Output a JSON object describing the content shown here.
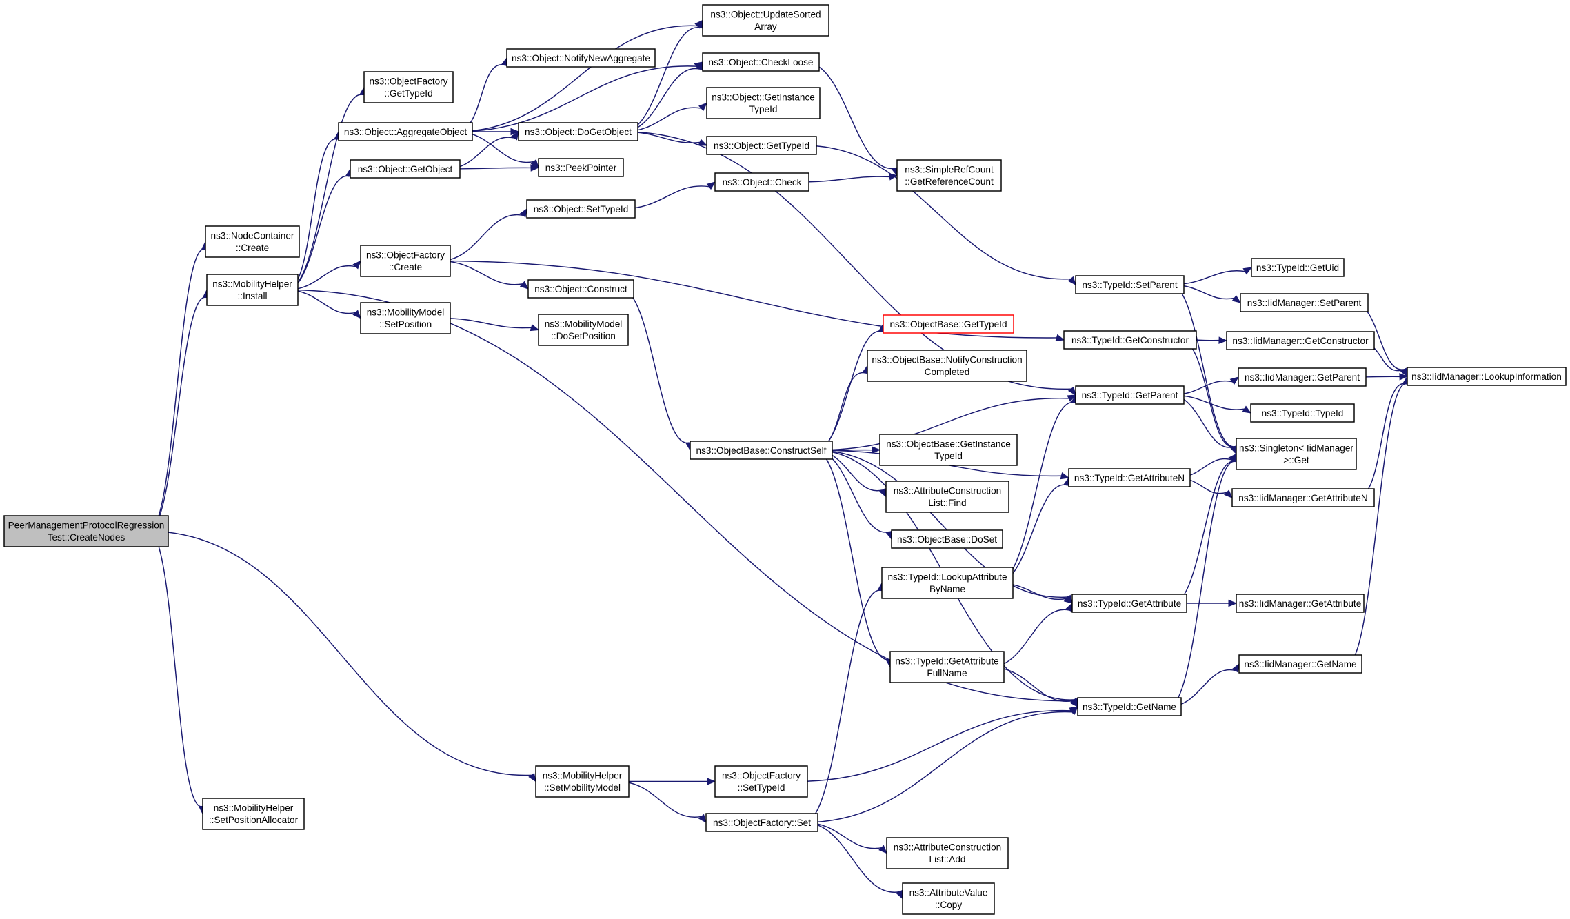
{
  "nodes": [
    {
      "id": "root",
      "lines": [
        "PeerManagementProtocolRegression",
        "Test::CreateNodes"
      ],
      "style": "root"
    },
    {
      "id": "nc_create",
      "lines": [
        "ns3::NodeContainer",
        "::Create"
      ]
    },
    {
      "id": "mh_install",
      "lines": [
        "ns3::MobilityHelper",
        "::Install"
      ]
    },
    {
      "id": "mh_setmm",
      "lines": [
        "ns3::MobilityHelper",
        "::SetMobilityModel"
      ]
    },
    {
      "id": "mh_setpa",
      "lines": [
        "ns3::MobilityHelper",
        "::SetPositionAllocator"
      ]
    },
    {
      "id": "of_gettid",
      "lines": [
        "ns3::ObjectFactory",
        "::GetTypeId"
      ]
    },
    {
      "id": "o_aggr",
      "lines": [
        "ns3::Object::AggregateObject"
      ]
    },
    {
      "id": "o_getobj",
      "lines": [
        "ns3::Object::GetObject"
      ]
    },
    {
      "id": "of_create",
      "lines": [
        "ns3::ObjectFactory",
        "::Create"
      ]
    },
    {
      "id": "mm_setpos",
      "lines": [
        "ns3::MobilityModel",
        "::SetPosition"
      ]
    },
    {
      "id": "o_notify",
      "lines": [
        "ns3::Object::NotifyNewAggregate"
      ]
    },
    {
      "id": "o_dogetobj",
      "lines": [
        "ns3::Object::DoGetObject"
      ]
    },
    {
      "id": "peekptr",
      "lines": [
        "ns3::PeekPointer"
      ]
    },
    {
      "id": "o_settid",
      "lines": [
        "ns3::Object::SetTypeId"
      ]
    },
    {
      "id": "o_construct",
      "lines": [
        "ns3::Object::Construct"
      ]
    },
    {
      "id": "mm_dosetpos",
      "lines": [
        "ns3::MobilityModel",
        "::DoSetPosition"
      ]
    },
    {
      "id": "o_updsorted",
      "lines": [
        "ns3::Object::UpdateSorted",
        "Array"
      ]
    },
    {
      "id": "o_checkloose",
      "lines": [
        "ns3::Object::CheckLoose"
      ]
    },
    {
      "id": "o_getinst",
      "lines": [
        "ns3::Object::GetInstance",
        "TypeId"
      ]
    },
    {
      "id": "o_gettid",
      "lines": [
        "ns3::Object::GetTypeId"
      ]
    },
    {
      "id": "o_check",
      "lines": [
        "ns3::Object::Check"
      ]
    },
    {
      "id": "src_getref",
      "lines": [
        "ns3::SimpleRefCount",
        "::GetReferenceCount"
      ]
    },
    {
      "id": "ob_gettid",
      "lines": [
        "ns3::ObjectBase::GetTypeId"
      ],
      "style": "ref"
    },
    {
      "id": "ob_notifycc",
      "lines": [
        "ns3::ObjectBase::NotifyConstruction",
        "Completed"
      ]
    },
    {
      "id": "ob_construct",
      "lines": [
        "ns3::ObjectBase::ConstructSelf"
      ]
    },
    {
      "id": "ob_getinst",
      "lines": [
        "ns3::ObjectBase::GetInstance",
        "TypeId"
      ]
    },
    {
      "id": "acl_find",
      "lines": [
        "ns3::AttributeConstruction",
        "List::Find"
      ]
    },
    {
      "id": "ob_doset",
      "lines": [
        "ns3::ObjectBase::DoSet"
      ]
    },
    {
      "id": "tid_lookup",
      "lines": [
        "ns3::TypeId::LookupAttribute",
        "ByName"
      ]
    },
    {
      "id": "tid_getafn",
      "lines": [
        "ns3::TypeId::GetAttribute",
        "FullName"
      ]
    },
    {
      "id": "of_settid",
      "lines": [
        "ns3::ObjectFactory",
        "::SetTypeId"
      ]
    },
    {
      "id": "of_set",
      "lines": [
        "ns3::ObjectFactory::Set"
      ]
    },
    {
      "id": "acl_add",
      "lines": [
        "ns3::AttributeConstruction",
        "List::Add"
      ]
    },
    {
      "id": "av_copy",
      "lines": [
        "ns3::AttributeValue",
        "::Copy"
      ]
    },
    {
      "id": "tid_setparent",
      "lines": [
        "ns3::TypeId::SetParent"
      ]
    },
    {
      "id": "tid_getctor",
      "lines": [
        "ns3::TypeId::GetConstructor"
      ]
    },
    {
      "id": "tid_getparent",
      "lines": [
        "ns3::TypeId::GetParent"
      ]
    },
    {
      "id": "tid_getattrn",
      "lines": [
        "ns3::TypeId::GetAttributeN"
      ]
    },
    {
      "id": "tid_getattr",
      "lines": [
        "ns3::TypeId::GetAttribute"
      ]
    },
    {
      "id": "tid_getname",
      "lines": [
        "ns3::TypeId::GetName"
      ]
    },
    {
      "id": "tid_getuid",
      "lines": [
        "ns3::TypeId::GetUid"
      ]
    },
    {
      "id": "iid_setparent",
      "lines": [
        "ns3::IidManager::SetParent"
      ]
    },
    {
      "id": "iid_getctor",
      "lines": [
        "ns3::IidManager::GetConstructor"
      ]
    },
    {
      "id": "iid_getparent",
      "lines": [
        "ns3::IidManager::GetParent"
      ]
    },
    {
      "id": "tid_typeid",
      "lines": [
        "ns3::TypeId::TypeId"
      ]
    },
    {
      "id": "singleton_get",
      "lines": [
        "ns3::Singleton< IidManager",
        " >::Get"
      ]
    },
    {
      "id": "iid_getattrn",
      "lines": [
        "ns3::IidManager::GetAttributeN"
      ]
    },
    {
      "id": "iid_getattr",
      "lines": [
        "ns3::IidManager::GetAttribute"
      ]
    },
    {
      "id": "iid_getname",
      "lines": [
        "ns3::IidManager::GetName"
      ]
    },
    {
      "id": "iid_lookup",
      "lines": [
        "ns3::IidManager::LookupInformation"
      ]
    }
  ],
  "edges": [
    [
      "root",
      "nc_create"
    ],
    [
      "root",
      "mh_install"
    ],
    [
      "root",
      "mh_setmm"
    ],
    [
      "root",
      "mh_setpa"
    ],
    [
      "mh_install",
      "of_gettid"
    ],
    [
      "mh_install",
      "o_aggr"
    ],
    [
      "mh_install",
      "o_getobj"
    ],
    [
      "mh_install",
      "of_create"
    ],
    [
      "mh_install",
      "mm_setpos"
    ],
    [
      "mh_install",
      "tid_getname"
    ],
    [
      "o_aggr",
      "o_updsorted"
    ],
    [
      "o_aggr",
      "o_notify"
    ],
    [
      "o_aggr",
      "o_checkloose"
    ],
    [
      "o_aggr",
      "o_dogetobj"
    ],
    [
      "o_aggr",
      "peekptr"
    ],
    [
      "o_getobj",
      "o_dogetobj"
    ],
    [
      "o_getobj",
      "peekptr"
    ],
    [
      "of_create",
      "o_settid"
    ],
    [
      "of_create",
      "o_construct"
    ],
    [
      "of_create",
      "tid_getctor"
    ],
    [
      "mm_setpos",
      "mm_dosetpos"
    ],
    [
      "o_dogetobj",
      "o_updsorted"
    ],
    [
      "o_dogetobj",
      "o_checkloose"
    ],
    [
      "o_dogetobj",
      "o_getinst"
    ],
    [
      "o_dogetobj",
      "o_gettid"
    ],
    [
      "o_dogetobj",
      "tid_getparent"
    ],
    [
      "o_checkloose",
      "src_getref"
    ],
    [
      "o_settid",
      "o_check"
    ],
    [
      "o_check",
      "src_getref"
    ],
    [
      "o_gettid",
      "tid_setparent"
    ],
    [
      "o_construct",
      "ob_construct"
    ],
    [
      "ob_construct",
      "ob_gettid"
    ],
    [
      "ob_construct",
      "ob_notifycc"
    ],
    [
      "ob_construct",
      "ob_getinst"
    ],
    [
      "ob_construct",
      "acl_find"
    ],
    [
      "ob_construct",
      "ob_doset"
    ],
    [
      "ob_construct",
      "tid_getafn"
    ],
    [
      "ob_construct",
      "tid_getparent"
    ],
    [
      "ob_construct",
      "tid_getattrn"
    ],
    [
      "ob_construct",
      "tid_getattr"
    ],
    [
      "ob_construct",
      "tid_getname"
    ],
    [
      "mh_setmm",
      "of_settid"
    ],
    [
      "mh_setmm",
      "of_set"
    ],
    [
      "of_settid",
      "tid_getname"
    ],
    [
      "of_set",
      "tid_lookup"
    ],
    [
      "of_set",
      "acl_add"
    ],
    [
      "of_set",
      "av_copy"
    ],
    [
      "of_set",
      "tid_getname"
    ],
    [
      "tid_lookup",
      "tid_getparent"
    ],
    [
      "tid_lookup",
      "tid_getattrn"
    ],
    [
      "tid_lookup",
      "tid_getattr"
    ],
    [
      "tid_getafn",
      "tid_getattr"
    ],
    [
      "tid_getafn",
      "tid_getname"
    ],
    [
      "tid_setparent",
      "tid_getuid"
    ],
    [
      "tid_setparent",
      "iid_setparent"
    ],
    [
      "tid_setparent",
      "singleton_get"
    ],
    [
      "tid_getctor",
      "iid_getctor"
    ],
    [
      "tid_getctor",
      "singleton_get"
    ],
    [
      "tid_getparent",
      "iid_getparent"
    ],
    [
      "tid_getparent",
      "tid_typeid"
    ],
    [
      "tid_getparent",
      "singleton_get"
    ],
    [
      "tid_getattrn",
      "singleton_get"
    ],
    [
      "tid_getattrn",
      "iid_getattrn"
    ],
    [
      "tid_getattr",
      "singleton_get"
    ],
    [
      "tid_getattr",
      "iid_getattr"
    ],
    [
      "tid_getname",
      "singleton_get"
    ],
    [
      "tid_getname",
      "iid_getname"
    ],
    [
      "iid_setparent",
      "iid_lookup"
    ],
    [
      "iid_getctor",
      "iid_lookup"
    ],
    [
      "iid_getparent",
      "iid_lookup"
    ],
    [
      "iid_getattrn",
      "iid_lookup"
    ],
    [
      "iid_getname",
      "iid_lookup"
    ]
  ]
}
